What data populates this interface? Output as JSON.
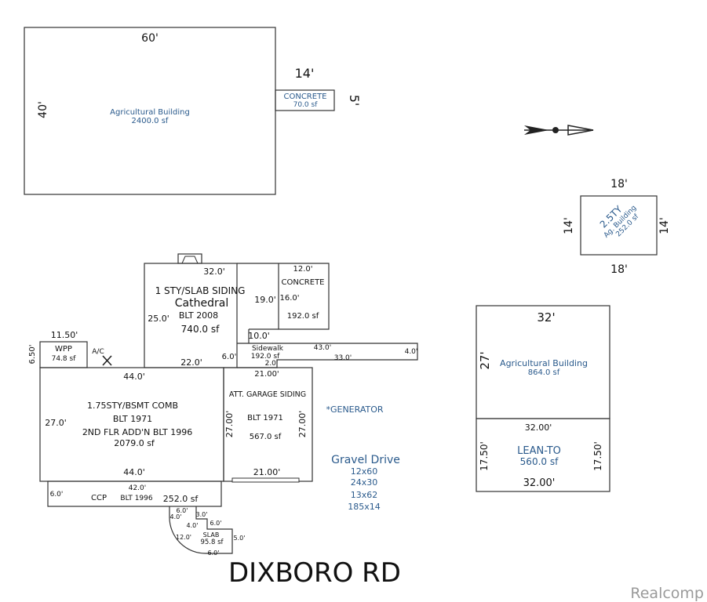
{
  "colors": {
    "line": "#333333",
    "text": "#111111",
    "blue_text": "#2a5a8c",
    "watermark": "#9a9a9a"
  },
  "ag_building_main": {
    "width": "60'",
    "height": "40'",
    "label": "Agricultural Building",
    "area": "2400.0 sf"
  },
  "concrete_pad_top": {
    "width": "14'",
    "height": "5'",
    "label": "CONCRETE",
    "area": "70.0 sf"
  },
  "north_arrow": {
    "icon": "north-arrow-icon"
  },
  "ag_building_small": {
    "top": "18'",
    "bottom": "18'",
    "left": "14'",
    "right": "14'",
    "line1": "2.5TY",
    "line2": "Ag. Building",
    "line3": "252.0 sf"
  },
  "cathedral_addition": {
    "top": "32.0'",
    "left": "25.0'",
    "bottom": "22.0'",
    "right_small": "6.0'",
    "label1": "1 STY/SLAB SIDING",
    "label2": "Cathedral",
    "label3": "BLT 2008",
    "area": "740.0 sf"
  },
  "concrete_right": {
    "top": "12.0'",
    "side": "16.0'",
    "left": "19.0'",
    "bottom": "10.0'",
    "label": "CONCRETE",
    "area": "192.0 sf"
  },
  "sidewalk": {
    "label": "Sidewalk",
    "area": "192.0 sf",
    "top": "43.0'",
    "bottom": "33.0'",
    "right": "4.0'",
    "small": "2.0'"
  },
  "wpp": {
    "label": "WPP",
    "area": "74.8 sf",
    "width": "11.50'",
    "height": "6.50'"
  },
  "ac": {
    "label": "A/C"
  },
  "main_house": {
    "top": "44.0'",
    "bottom": "44.0'",
    "left": "27.0'",
    "line1": "1.75STY/BSMT COMB",
    "line2": "BLT 1971",
    "line3": "2ND FLR ADD'N BLT 1996",
    "area": "2079.0 sf"
  },
  "garage": {
    "top": "21.00'",
    "bottom": "21.00'",
    "left": "27.00'",
    "right": "27.00'",
    "label1": "ATT. GARAGE SIDING",
    "label2": "BLT 1971",
    "area": "567.0 sf"
  },
  "generator": {
    "label": "*GENERATOR"
  },
  "ccp": {
    "label": "CCP",
    "built": "BLT 1996",
    "top": "42.0'",
    "left": "6.0'",
    "area": "252.0 sf"
  },
  "slab": {
    "label": "SLAB",
    "area": "95.8 sf",
    "d1": "6.0'",
    "d2": "4.0'",
    "d3": "3.0'",
    "d4": "6.0'",
    "d5": "4.0'",
    "d6": "12.0'",
    "d7": "5.0'",
    "d8": "6.0'"
  },
  "gravel_drive": {
    "title": "Gravel Drive",
    "lines": [
      "12x60",
      "24x30",
      "13x62",
      "185x14"
    ]
  },
  "ag_building_right": {
    "top": "32'",
    "side": "27'",
    "label": "Agricultural Building",
    "area": "864.0 sf"
  },
  "lean_to": {
    "top": "32.00'",
    "bottom": "32.00'",
    "left": "17.50'",
    "right": "17.50'",
    "label": "LEAN-TO",
    "area": "560.0 sf"
  },
  "road": {
    "label": "DIXBORO RD"
  },
  "watermark": {
    "label": "Realcomp"
  }
}
